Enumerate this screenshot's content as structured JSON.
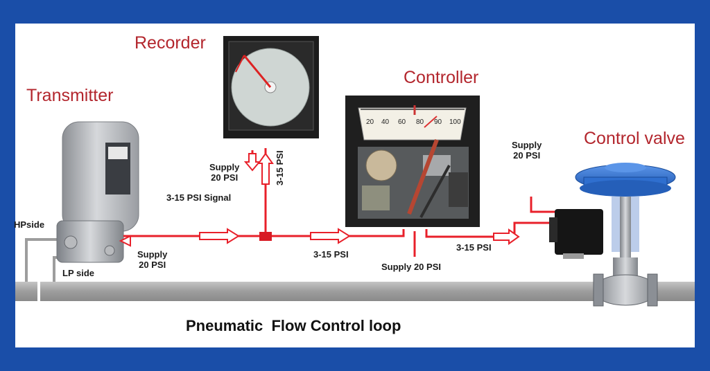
{
  "labels": {
    "recorder": "Recorder",
    "transmitter": "Transmitter",
    "controller": "Controller",
    "control_valve": "Control valve"
  },
  "annotations": {
    "recorder_supply_line1": "Supply",
    "recorder_supply_line2": "20 PSI",
    "recorder_signal": "3-15 PSI",
    "signal_line": "3-15 PSI Signal",
    "hp_side": "HPside",
    "lp_side": "LP side",
    "transmitter_supply_line1": "Supply",
    "transmitter_supply_line2": "20 PSI",
    "controller_input": "3-15 PSI",
    "controller_supply": "Supply 20 PSI",
    "controller_output": "3-15 PSI",
    "valve_supply_line1": "Supply",
    "valve_supply_line2": "20 PSI"
  },
  "caption": "Pneumatic  Flow Control loop",
  "controller_scale": [
    "20",
    "40",
    "60",
    "80",
    "90",
    "100"
  ],
  "colors": {
    "border": "#1a4ea8",
    "signal_line": "#e8202a",
    "title": "#b3262d",
    "pipe": "#a6a6a6",
    "valve_actuator": "#2f6fcf"
  }
}
